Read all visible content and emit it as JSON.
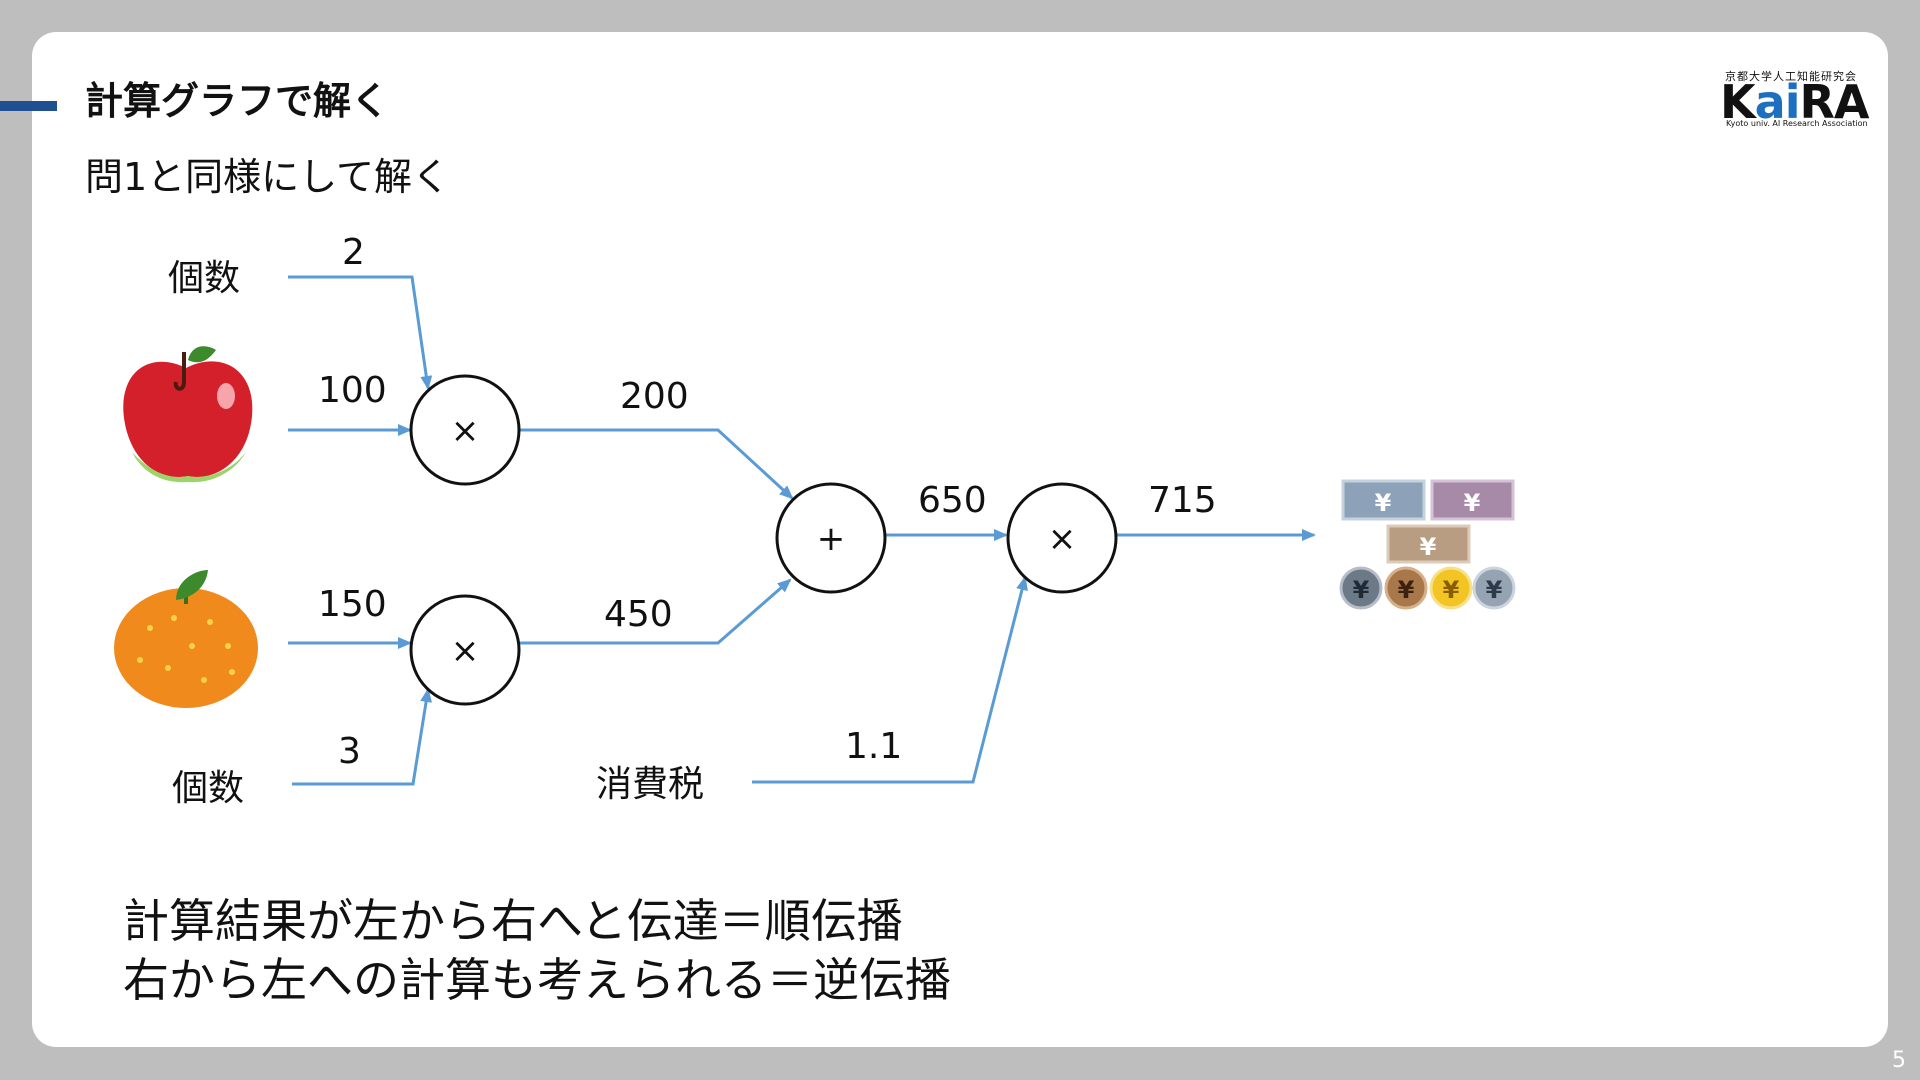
{
  "slide": {
    "title": "計算グラフで解く",
    "subtitle": "問1と同様にして解く",
    "page_number": "5"
  },
  "logo": {
    "top_text": "京都大学人工知能研究会",
    "main_k": "K",
    "main_ai": "ai",
    "main_ra": "RA",
    "sub_text": "Kyoto univ. AI Research Association"
  },
  "graph": {
    "labels": {
      "count_top": "個数",
      "count_bottom": "個数",
      "tax": "消費税"
    },
    "operators": {
      "mult": "×",
      "add": "+"
    },
    "edge_values": {
      "apple_count": "2",
      "apple_price": "100",
      "apple_total": "200",
      "orange_price": "150",
      "orange_count": "3",
      "orange_total": "450",
      "sum": "650",
      "tax_rate": "1.1",
      "result": "715"
    },
    "icons": {
      "apple": "apple-icon",
      "orange": "orange-icon",
      "money": "money-icon",
      "currency_glyph": "¥"
    },
    "colors": {
      "arrow": "#5b9bd5",
      "apple": "#d4202a",
      "orange": "#f08a1c",
      "accent": "#1d4f91"
    }
  },
  "bottom_text": {
    "line1": "計算結果が左から右へと伝達＝順伝播",
    "line2": "右から左への計算も考えられる＝逆伝播"
  }
}
